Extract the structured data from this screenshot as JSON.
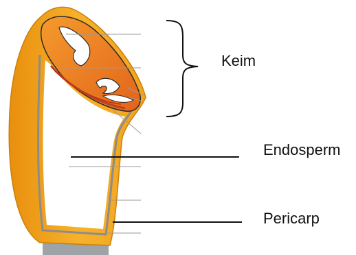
{
  "labels": {
    "keim": "Keim",
    "endosperm": "Endosperm",
    "pericarp": "Pericarp"
  },
  "colors": {
    "grain_outer": "#F0A21A",
    "grain_inner": "#F7B52E",
    "embryo": "#EE7A22",
    "embryo_dark": "#C0401C",
    "seed_coat": "#8C8C8C",
    "leader_line": "#111111",
    "thin_line": "#9A9A9A"
  }
}
